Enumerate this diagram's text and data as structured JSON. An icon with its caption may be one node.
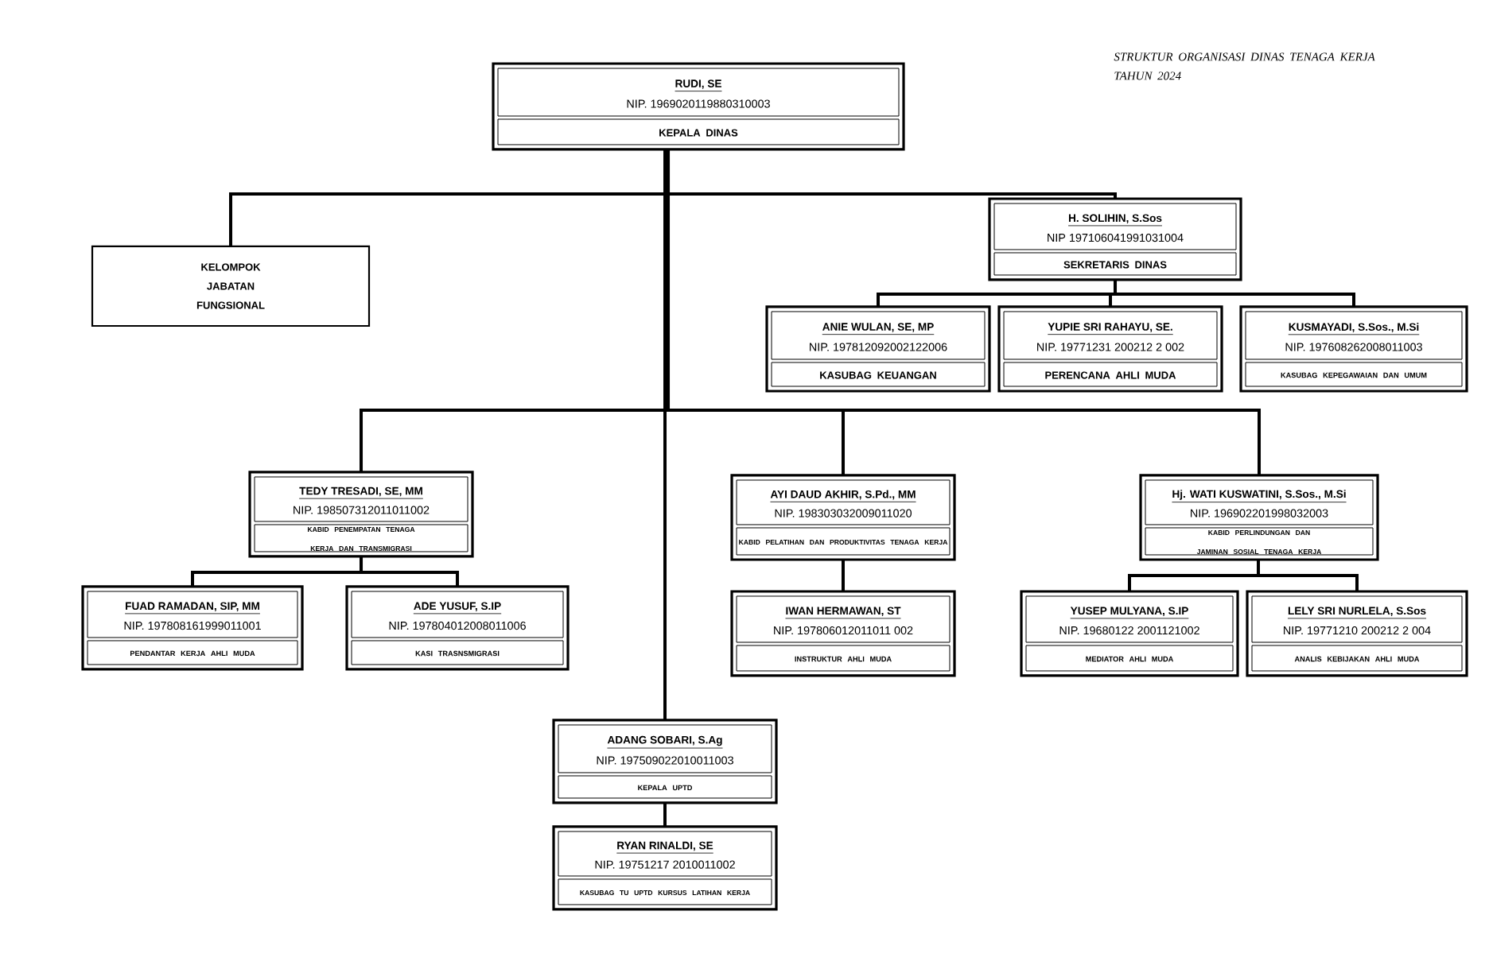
{
  "diagram": {
    "title": "STRUKTUR ORGANISASI DINAS TENAGA KERJA TAHUN 2024",
    "nodes": [
      {
        "text": [
          "RUDI, SE",
          "NIP. 1969020119880310003",
          "KEPALA DINAS"
        ]
      },
      {
        "text": [
          "KELOMPOK JABATAN FUNGSIONAL"
        ]
      },
      {
        "text": [
          "H. SOLIHIN, S.Sos",
          "NIP 197106041991031004",
          "SEKRETARIS DINAS"
        ]
      },
      {
        "text": [
          "ANIE WULAN, SE, MP",
          "NIP. 197812092002122006",
          "KASUBAG KEUANGAN"
        ]
      },
      {
        "text": [
          "YUPIE SRI RAHAYU, SE.",
          "NIP. 19771231 200212 2 002",
          "PERENCANA AHLI MUDA"
        ]
      },
      {
        "text": [
          "KUSMAYADI, S.Sos., M.Si",
          "NIP. 197608262008011003",
          "KASUBAG KEPEGAWAIAN DAN UMUM"
        ]
      },
      {
        "text": [
          "TEDY TRESADI, SE, MM",
          "NIP. 198507312011011002",
          "KABID PENEMPATAN TENAGA KERJA DAN TRANSMIGRASI"
        ]
      },
      {
        "text": [
          "AYI DAUD AKHIR, S.Pd., MM",
          "NIP. 198303032009011020",
          "KABID PELATIHAN DAN PRODUKTIVITAS TENAGA KERJA"
        ]
      },
      {
        "text": [
          "Hj. WATI KUSWATINI, S.Sos., M.Si",
          "NIP. 196902201998032003",
          "KABID PERLINDUNGAN DAN JAMINAN SOSIAL TENAGA KERJA"
        ]
      },
      {
        "text": [
          "FUAD RAMADAN, SIP, MM",
          "NIP. 197808161999011001",
          "PENDANTAR KERJA AHLI MUDA"
        ]
      },
      {
        "text": [
          "ADE YUSUF, S.IP",
          "NIP. 197804012008011006",
          "KASI TRASNSMIGRASI"
        ]
      },
      {
        "text": [
          "IWAN HERMAWAN, ST",
          "NIP. 197806012011011 002",
          "INSTRUKTUR AHLI MUDA"
        ]
      },
      {
        "text": [
          "YUSEP MULYANA, S.IP",
          "NIP. 19680122 2001121002",
          "MEDIATOR AHLI MUDA"
        ]
      },
      {
        "text": [
          "LELY SRI NURLELA, S.Sos",
          "NIP. 19771210 200212 2 004",
          "ANALIS KEBIJAKAN AHLI MUDA"
        ]
      },
      {
        "text": [
          "ADANG SOBARI, S.Ag",
          "NIP. 197509022010011003",
          "KEPALA UPTD"
        ]
      },
      {
        "text": [
          "RYAN RINALDI, SE",
          "NIP. 19751217 2010011002",
          "KASUBAG TU UPTD KURSUS LATIHAN KERJA"
        ]
      }
    ],
    "edges": [
      {
        "from": 0,
        "to": 1,
        "arrow": "none"
      },
      {
        "from": 0,
        "to": 2,
        "arrow": "none"
      },
      {
        "from": 2,
        "to": 3,
        "arrow": "none"
      },
      {
        "from": 2,
        "to": 4,
        "arrow": "none"
      },
      {
        "from": 2,
        "to": 5,
        "arrow": "none"
      },
      {
        "from": 0,
        "to": 6,
        "arrow": "none"
      },
      {
        "from": 0,
        "to": 7,
        "arrow": "none"
      },
      {
        "from": 0,
        "to": 8,
        "arrow": "none"
      },
      {
        "from": 6,
        "to": 9,
        "arrow": "none"
      },
      {
        "from": 6,
        "to": 10,
        "arrow": "none"
      },
      {
        "from": 7,
        "to": 11,
        "arrow": "none"
      },
      {
        "from": 8,
        "to": 12,
        "arrow": "none"
      },
      {
        "from": 8,
        "to": 13,
        "arrow": "none"
      },
      {
        "from": 0,
        "to": 14,
        "arrow": "none"
      },
      {
        "from": 14,
        "to": 15,
        "arrow": "none"
      }
    ]
  }
}
